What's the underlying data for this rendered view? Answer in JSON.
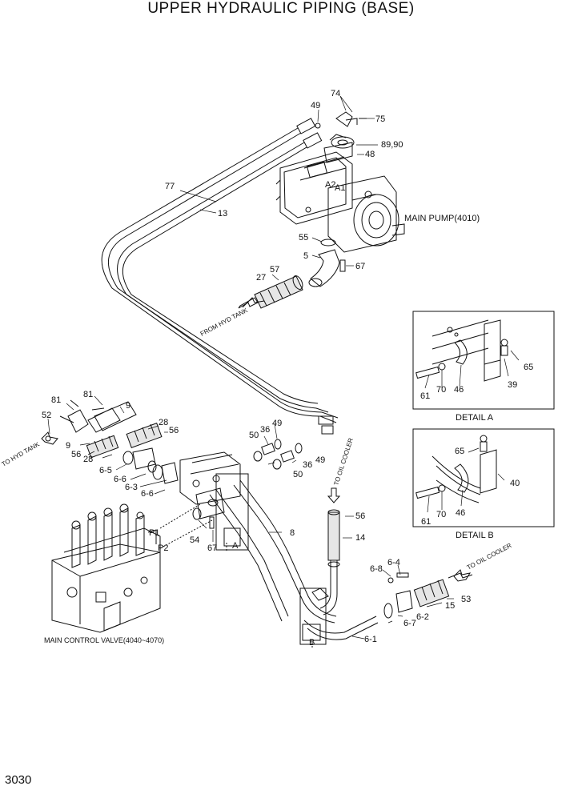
{
  "title": "UPPER HYDRAULIC PIPING (BASE)",
  "page_number": "3030",
  "captions": {
    "main_pump": "MAIN PUMP(4010)",
    "main_control_valve": "MAIN CONTROL VALVE(4040~4070)",
    "from_hyd_tank": "FROM HYD TANK",
    "to_hyd_tank": "TO HYD TANK",
    "to_oil_cooler_v": "TO OIL COOLER",
    "to_oil_cooler_d": "TO OIL COOLER",
    "detail_a": "DETAIL A",
    "detail_b": "DETAIL B",
    "port_a1": "A1",
    "port_a2": "A2",
    "port_p1": "P1",
    "port_p2": "P2",
    "marker_a": "A",
    "marker_b": "B"
  },
  "callouts": [
    {
      "id": "c74",
      "text": "74"
    },
    {
      "id": "c49a",
      "text": "49"
    },
    {
      "id": "c75",
      "text": "75"
    },
    {
      "id": "c8990",
      "text": "89,90"
    },
    {
      "id": "c48",
      "text": "48"
    },
    {
      "id": "c77",
      "text": "77"
    },
    {
      "id": "c13",
      "text": "13"
    },
    {
      "id": "c55",
      "text": "55"
    },
    {
      "id": "c5",
      "text": "5"
    },
    {
      "id": "c67a",
      "text": "67"
    },
    {
      "id": "c27",
      "text": "27"
    },
    {
      "id": "c57",
      "text": "57"
    },
    {
      "id": "c81a",
      "text": "81"
    },
    {
      "id": "c81b",
      "text": "81"
    },
    {
      "id": "c9a",
      "text": "9"
    },
    {
      "id": "c52",
      "text": "52"
    },
    {
      "id": "c28a",
      "text": "28"
    },
    {
      "id": "c56a",
      "text": "56"
    },
    {
      "id": "c9b",
      "text": "9"
    },
    {
      "id": "c56b",
      "text": "56"
    },
    {
      "id": "c28b",
      "text": "28"
    },
    {
      "id": "c65",
      "text": "6-5"
    },
    {
      "id": "c66a",
      "text": "6-6"
    },
    {
      "id": "c63",
      "text": "6-3"
    },
    {
      "id": "c66b",
      "text": "6-6"
    },
    {
      "id": "c50a",
      "text": "50"
    },
    {
      "id": "c36a",
      "text": "36"
    },
    {
      "id": "c49b",
      "text": "49"
    },
    {
      "id": "c36b",
      "text": "36"
    },
    {
      "id": "c49c",
      "text": "49"
    },
    {
      "id": "c50b",
      "text": "50"
    },
    {
      "id": "c8",
      "text": "8"
    },
    {
      "id": "c54",
      "text": "54"
    },
    {
      "id": "c67b",
      "text": "67"
    },
    {
      "id": "c56c",
      "text": "56"
    },
    {
      "id": "c14",
      "text": "14"
    },
    {
      "id": "c64",
      "text": "6-4"
    },
    {
      "id": "c68",
      "text": "6-8"
    },
    {
      "id": "c53",
      "text": "53"
    },
    {
      "id": "c15",
      "text": "15"
    },
    {
      "id": "c62",
      "text": "6-2"
    },
    {
      "id": "c67c",
      "text": "6-7"
    },
    {
      "id": "c61",
      "text": "6-1"
    },
    {
      "id": "a65",
      "text": "65"
    },
    {
      "id": "a61",
      "text": "61"
    },
    {
      "id": "a70",
      "text": "70"
    },
    {
      "id": "a46",
      "text": "46"
    },
    {
      "id": "a39",
      "text": "39"
    },
    {
      "id": "b65",
      "text": "65"
    },
    {
      "id": "b40",
      "text": "40"
    },
    {
      "id": "b61",
      "text": "61"
    },
    {
      "id": "b70",
      "text": "70"
    },
    {
      "id": "b46",
      "text": "46"
    }
  ],
  "colors": {
    "line": "#111111",
    "background": "#ffffff",
    "shade": "#cfcfcf"
  }
}
